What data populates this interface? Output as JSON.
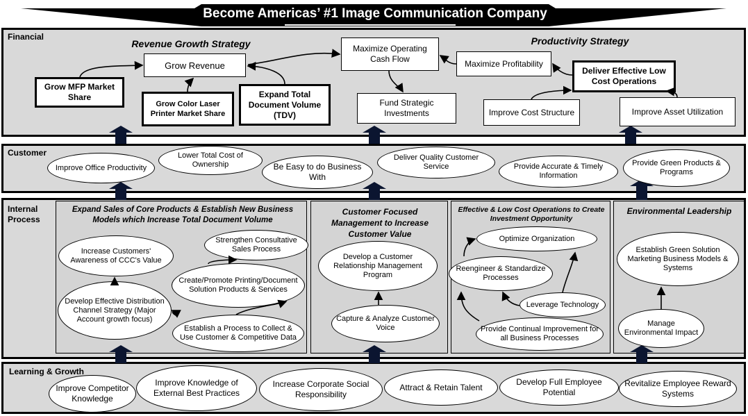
{
  "banner": {
    "title": "Become Americas’ #1 Image Communication Company"
  },
  "lanes": {
    "financial": "Financial",
    "customer": "Customer",
    "internal_line1": "Internal",
    "internal_line2": "Process",
    "learning": "Learning & Growth"
  },
  "financial": {
    "revenue_heading": "Revenue Growth Strategy",
    "productivity_heading": "Productivity Strategy",
    "grow_revenue": "Grow Revenue",
    "grow_mfp": "Grow MFP Market Share",
    "grow_color": "Grow Color Laser Printer Market Share",
    "expand_tdv": "Expand Total Document Volume (TDV)",
    "max_cash": "Maximize Operating Cash Flow",
    "fund_strategic": "Fund Strategic Investments",
    "max_profit": "Maximize Profitability",
    "deliver_low_cost": "Deliver Effective Low Cost Operations",
    "improve_cost": "Improve Cost Structure",
    "improve_asset": "Improve Asset Utilization"
  },
  "customer": {
    "office_productivity": "Improve Office Productivity",
    "lower_tco": "Lower Total Cost of Ownership",
    "easy_business": "Be Easy to do Business With",
    "quality_service": "Deliver Quality Customer Service",
    "accurate_info": "Provide Accurate & Timely Information",
    "green_products": "Provide Green Products & Programs"
  },
  "internal": {
    "p1_heading": "Expand Sales of Core Products & Establish New Business Models which Increase Total Document Volume",
    "p1_awareness": "Increase Customers' Awareness of CCC's Value",
    "p1_consultative": "Strengthen Consultative Sales Process",
    "p1_create": "Create/Promote Printing/Document Solution Products & Services",
    "p1_channel": "Develop Effective Distribution Channel Strategy (Major Account growth focus)",
    "p1_collect": "Establish a Process to Collect & Use Customer & Competitive Data",
    "p2_heading": "Customer Focused Management to Increase Customer Value",
    "p2_crm": "Develop a Customer Relationship Management Program",
    "p2_voice": "Capture & Analyze Customer Voice",
    "p3_heading": "Effective & Low Cost Operations to Create Investment Opportunity",
    "p3_optimize": "Optimize Organization",
    "p3_reengineer": "Reengineer & Standardize Processes",
    "p3_leverage": "Leverage Technology",
    "p3_continual": "Provide Continual Improvement for all Business Processes",
    "p4_heading": "Environmental Leadership",
    "p4_green": "Establish Green Solution Marketing Business Models & Systems",
    "p4_manage": "Manage Environmental Impact"
  },
  "learning": {
    "competitor": "Improve Competitor Knowledge",
    "best_practices": "Improve Knowledge of External Best Practices",
    "social": "Increase Corporate Social Responsibility",
    "talent": "Attract & Retain Talent",
    "potential": "Develop Full Employee Potential",
    "reward": "Revitalize Employee Reward Systems"
  },
  "colors": {
    "arrow_fill": "#0b1530",
    "panel_fill": "#d9d9d9",
    "banner_fill": "#000000"
  }
}
